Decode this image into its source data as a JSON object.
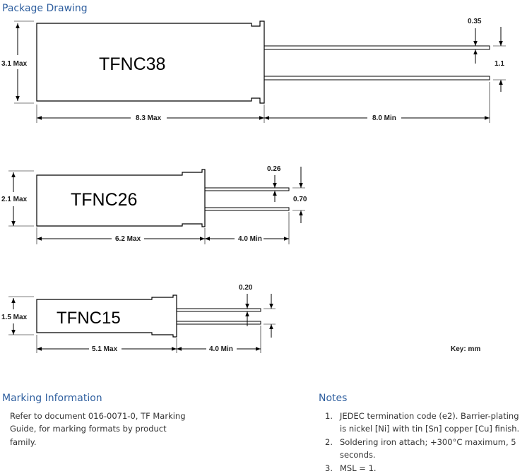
{
  "package_heading": "Package Drawing",
  "parts": [
    {
      "name": "TFNC38",
      "body_height": "3.1 Max",
      "body_length": "8.3 Max",
      "lead_length": "8.0 Min",
      "lead_diameter": "0.35",
      "lead_pitch": "1.1"
    },
    {
      "name": "TFNC26",
      "body_height": "2.1 Max",
      "body_length": "6.2 Max",
      "lead_length": "4.0 Min",
      "lead_diameter": "0.26",
      "lead_pitch": "0.70"
    },
    {
      "name": "TFNC15",
      "body_height": "1.5 Max",
      "body_length": "5.1 Max",
      "lead_length": "4.0 Min",
      "lead_diameter": "0.20"
    }
  ],
  "key": "Key:  mm",
  "marking": {
    "heading": "Marking Information",
    "text": "Refer to document 016-0071-0, TF Marking Guide, for marking formats by product family."
  },
  "notes": {
    "heading": "Notes",
    "items": [
      {
        "num": "1.",
        "text": "JEDEC termination code (e2).  Barrier-plating is nickel [Ni] with tin [Sn] copper [Cu] finish."
      },
      {
        "num": "2.",
        "text": "Soldering iron attach; +300°C maximum, 5 seconds."
      },
      {
        "num": "3.",
        "text": "MSL = 1."
      }
    ]
  }
}
